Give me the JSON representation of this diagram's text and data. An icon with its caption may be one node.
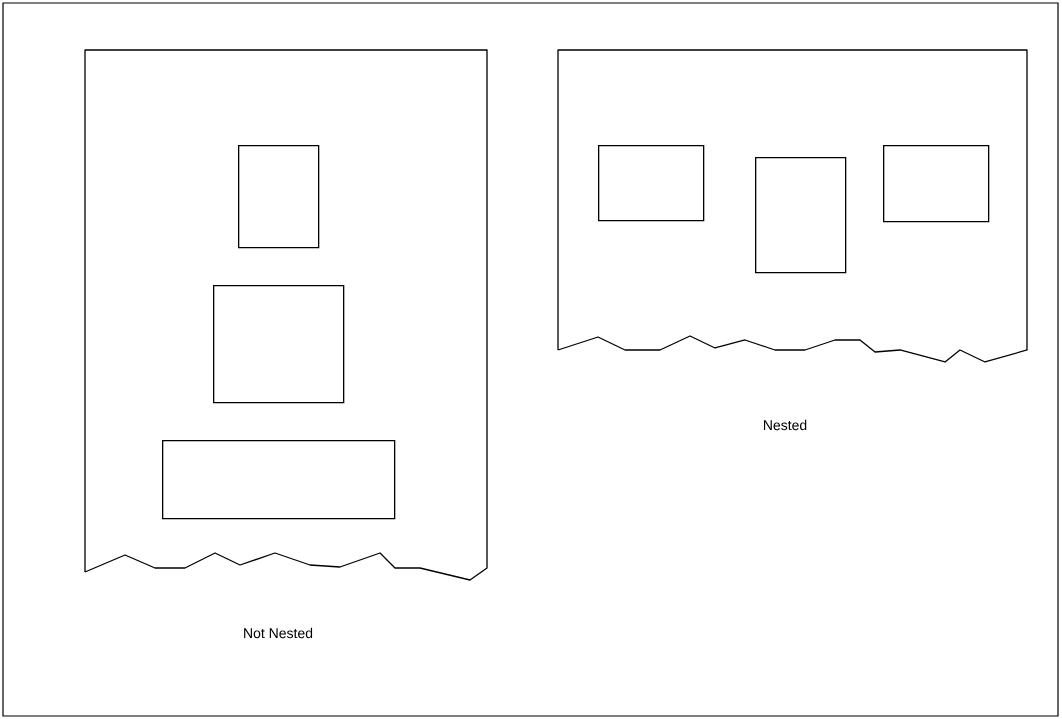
{
  "diagram": {
    "nodes": [
      {
        "text": [],
        "shape": "page"
      },
      {
        "text": [],
        "shape": "box",
        "in": 0
      },
      {
        "text": [],
        "shape": "box",
        "in": 0
      },
      {
        "text": [],
        "shape": "box",
        "in": 0
      },
      {
        "text": [],
        "shape": "page"
      },
      {
        "text": [],
        "shape": "box",
        "in": 4
      },
      {
        "text": [],
        "shape": "box",
        "in": 4
      },
      {
        "text": [],
        "shape": "box",
        "in": 4
      }
    ],
    "edges": [],
    "labels": [
      "Nested",
      "Not Nested"
    ]
  }
}
